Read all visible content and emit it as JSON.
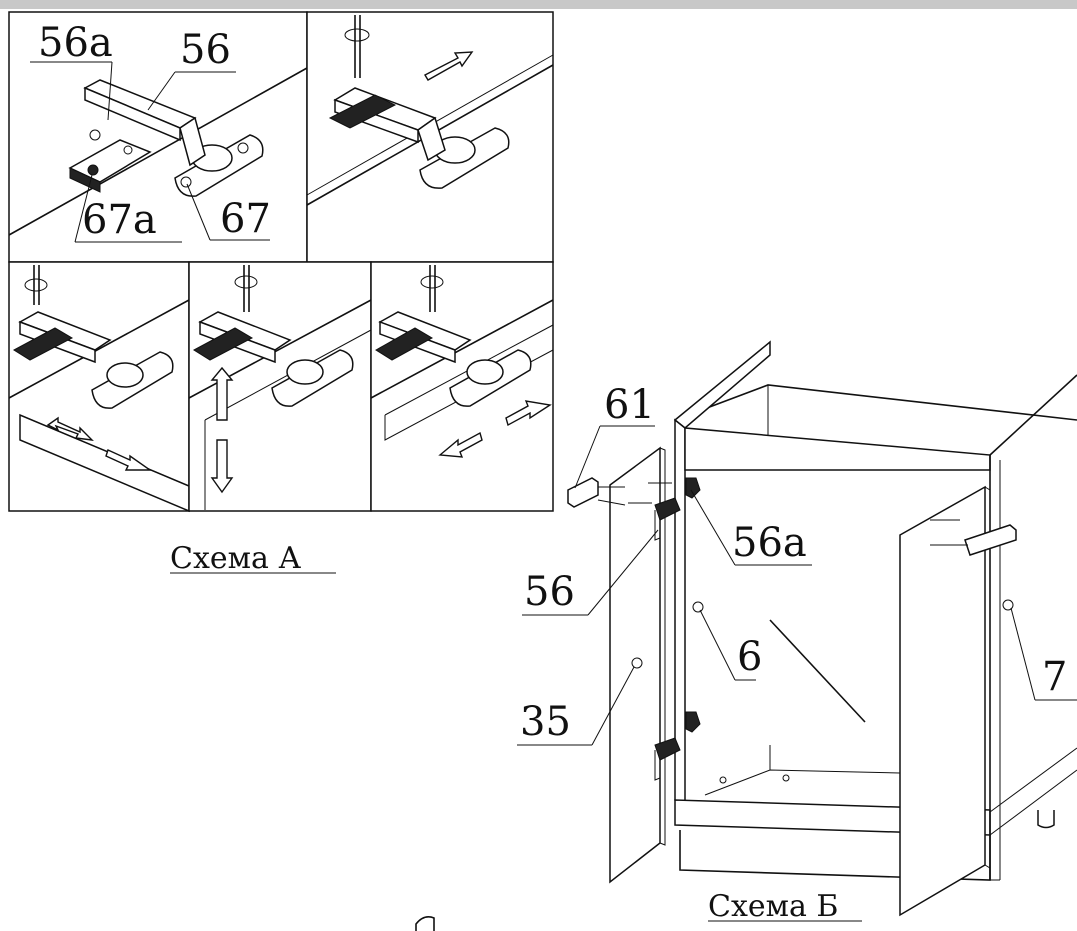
{
  "schemeA": {
    "caption": "Схема А",
    "labels": {
      "l56a": "56а",
      "l56": "56",
      "l67a": "67а",
      "l67": "67"
    }
  },
  "schemeB": {
    "caption": "Схема Б",
    "labels": {
      "l61": "61",
      "l56a": "56а",
      "l56": "56",
      "l6": "6",
      "l7": "7",
      "l35": "35"
    }
  },
  "colors": {
    "line": "#111111",
    "bar": "#c8c8c8",
    "background": "#ffffff"
  }
}
